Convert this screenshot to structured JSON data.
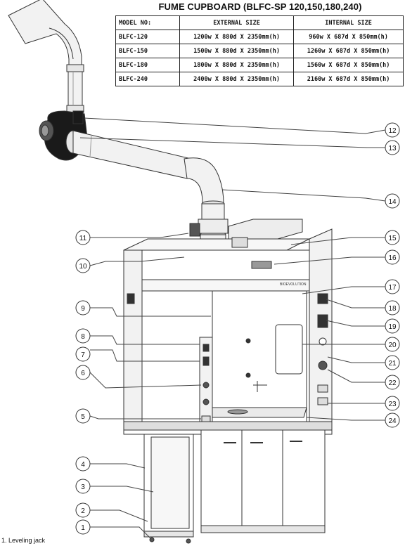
{
  "title": "FUME CUPBOARD (BLFC-SP 120,150,180,240)",
  "table": {
    "headers": [
      "MODEL NO:",
      "EXTERNAL SIZE",
      "INTERNAL SIZE"
    ],
    "rows": [
      [
        "BLFC-120",
        "1200w X 880d X 2350mm(h)",
        "960w X 687d X 850mm(h)"
      ],
      [
        "BLFC-150",
        "1500w X 880d X 2350mm(h)",
        "1260w X 687d X 850mm(h)"
      ],
      [
        "BLFC-180",
        "1800w X 880d X 2350mm(h)",
        "1560w X 687d X 850mm(h)"
      ],
      [
        "BLFC-240",
        "2400w X 880d X 2350mm(h)",
        "2160w X 687d X 850mm(h)"
      ]
    ]
  },
  "callouts_left": [
    "11",
    "10",
    "9",
    "8",
    "7",
    "6",
    "5",
    "4",
    "3",
    "2",
    "1"
  ],
  "callouts_right": [
    "12",
    "13",
    "14",
    "15",
    "16",
    "17",
    "18",
    "19",
    "20",
    "21",
    "22",
    "23",
    "24"
  ],
  "brand_text": "BIOEVOLUTION",
  "legend": "1. Leveling jack",
  "colors": {
    "line": "#333333",
    "duct": "#f2f2f2",
    "shade": "#d9d9d9",
    "fan": "#1a1a1a"
  }
}
